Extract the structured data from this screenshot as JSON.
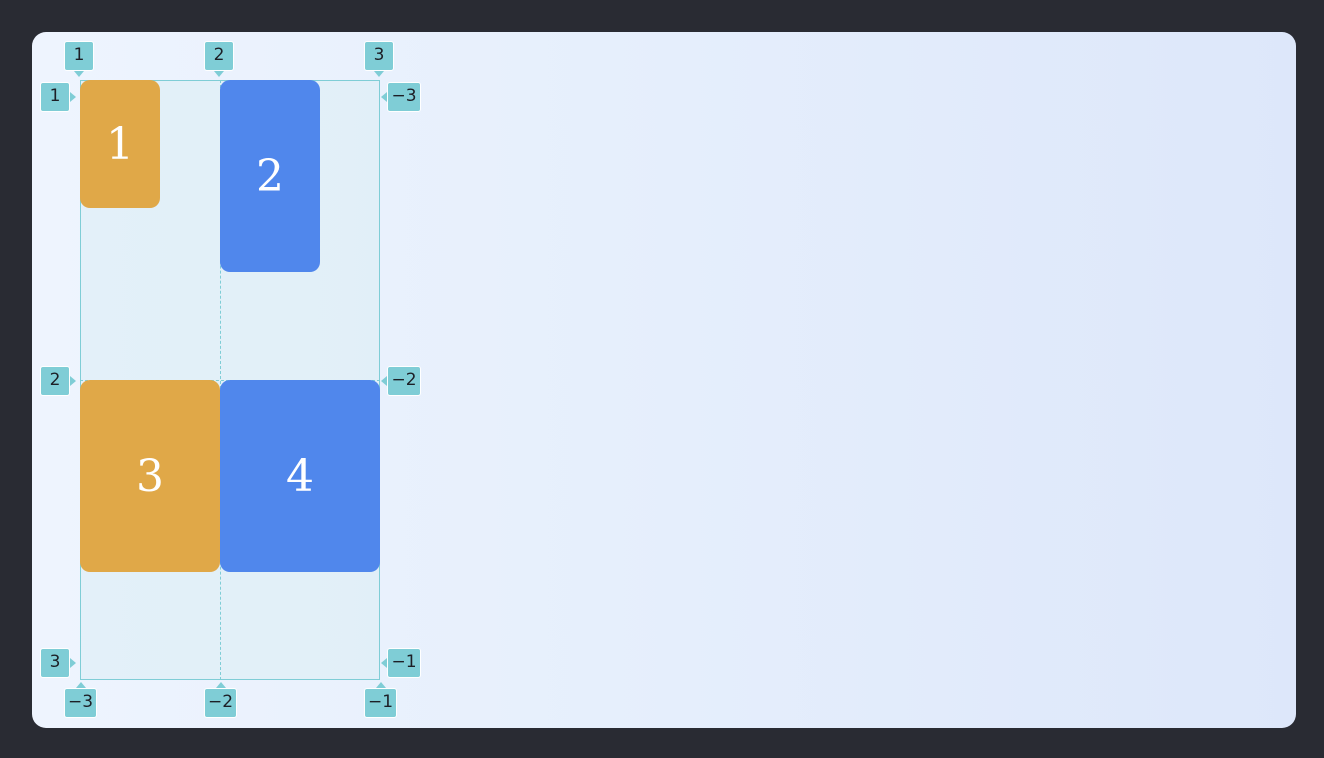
{
  "colors": {
    "frame_background": "#292b33",
    "canvas_gradient_start": "#eef4fe",
    "canvas_gradient_end": "#dde7fa",
    "grid_line": "#7fcdd6",
    "item_orange": "#e0a848",
    "item_blue": "#5087ec",
    "tag_background": "#7fcdd6"
  },
  "items": [
    {
      "label": "1",
      "color": "orange"
    },
    {
      "label": "2",
      "color": "blue"
    },
    {
      "label": "3",
      "color": "orange"
    },
    {
      "label": "4",
      "color": "blue"
    }
  ],
  "column_lines": {
    "top": [
      "1",
      "2",
      "3"
    ],
    "bottom": [
      "−3",
      "−2",
      "−1"
    ]
  },
  "row_lines": {
    "left": [
      "1",
      "2",
      "3"
    ],
    "right": [
      "−3",
      "−2",
      "−1"
    ]
  }
}
